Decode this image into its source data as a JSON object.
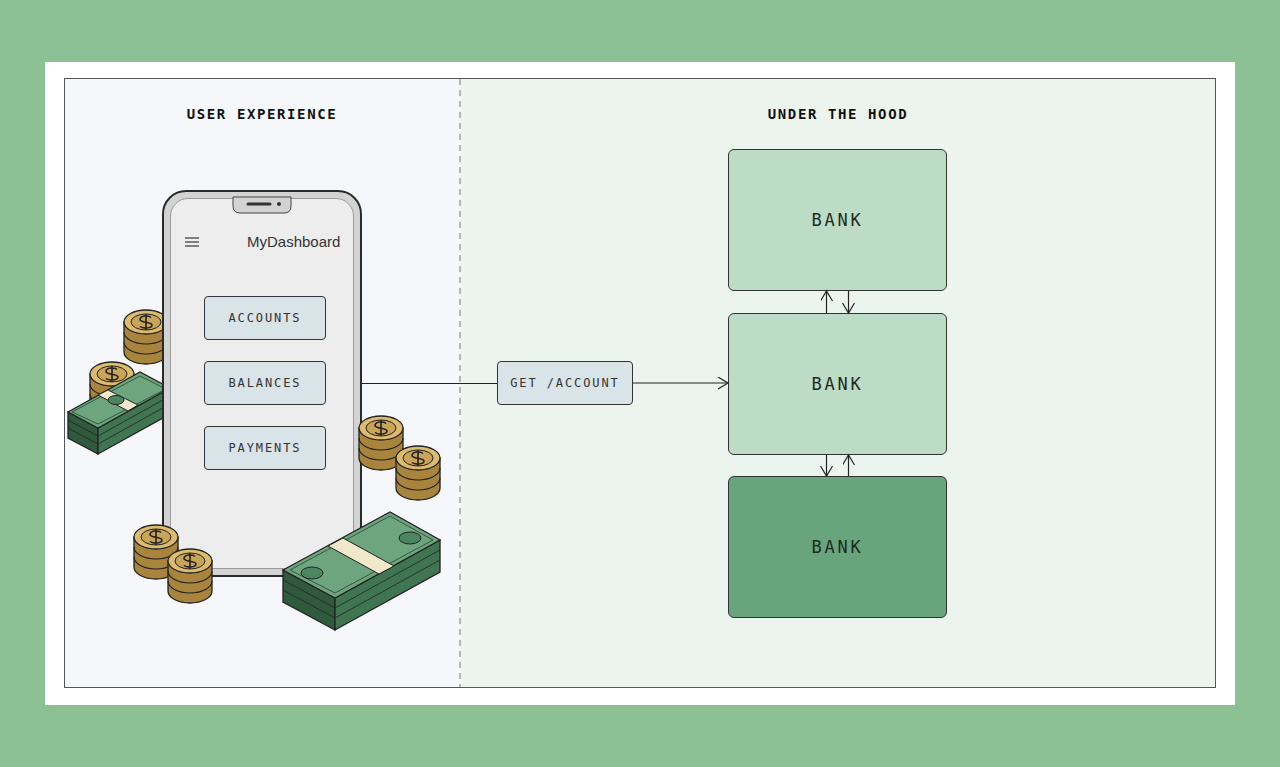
{
  "diagram": {
    "nodes": [
      {
        "text": [
          "MyDashboard"
        ]
      },
      {
        "text": [
          "ACCOUNTS"
        ],
        "in": 0
      },
      {
        "text": [
          "BALANCES"
        ],
        "in": 0
      },
      {
        "text": [
          "PAYMENTS"
        ],
        "in": 0
      },
      {
        "text": [
          "GET /ACCOUNT"
        ]
      },
      {
        "text": [
          "BANK"
        ]
      },
      {
        "text": [
          "BANK"
        ]
      },
      {
        "text": [
          "BANK"
        ]
      }
    ],
    "edges": [
      {
        "from": 0,
        "to": 4,
        "arrow": "none"
      },
      {
        "from": 4,
        "to": 6,
        "arrow": "to"
      },
      {
        "from": 6,
        "to": 5,
        "arrow": "to"
      },
      {
        "from": 5,
        "to": 6,
        "arrow": "to"
      },
      {
        "from": 6,
        "to": 7,
        "arrow": "to"
      },
      {
        "from": 7,
        "to": 6,
        "arrow": "to"
      }
    ],
    "labels": [
      "USER EXPERIENCE",
      "UNDER THE HOOD"
    ]
  }
}
